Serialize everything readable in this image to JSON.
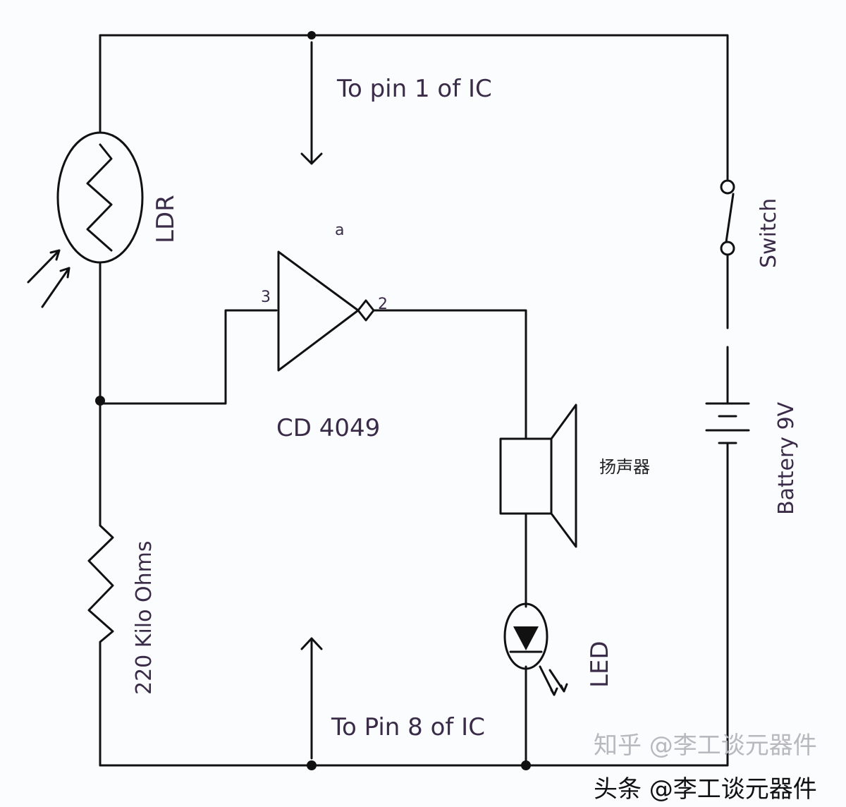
{
  "labels": {
    "to_pin1": "To pin 1 of IC",
    "to_pin8": "To Pin 8 of IC",
    "ldr": "LDR",
    "resistor": "220 Kilo Ohms",
    "ic": "CD 4049",
    "pin_top": "a",
    "pin_in": "3",
    "pin_out": "2",
    "speaker": "扬声器",
    "led": "LED",
    "switch": "Switch",
    "battery": "Battery 9V"
  },
  "watermarks": {
    "zhihu": "知乎 @李工谈元器件",
    "toutiao": "头条 @李工谈元器件"
  }
}
